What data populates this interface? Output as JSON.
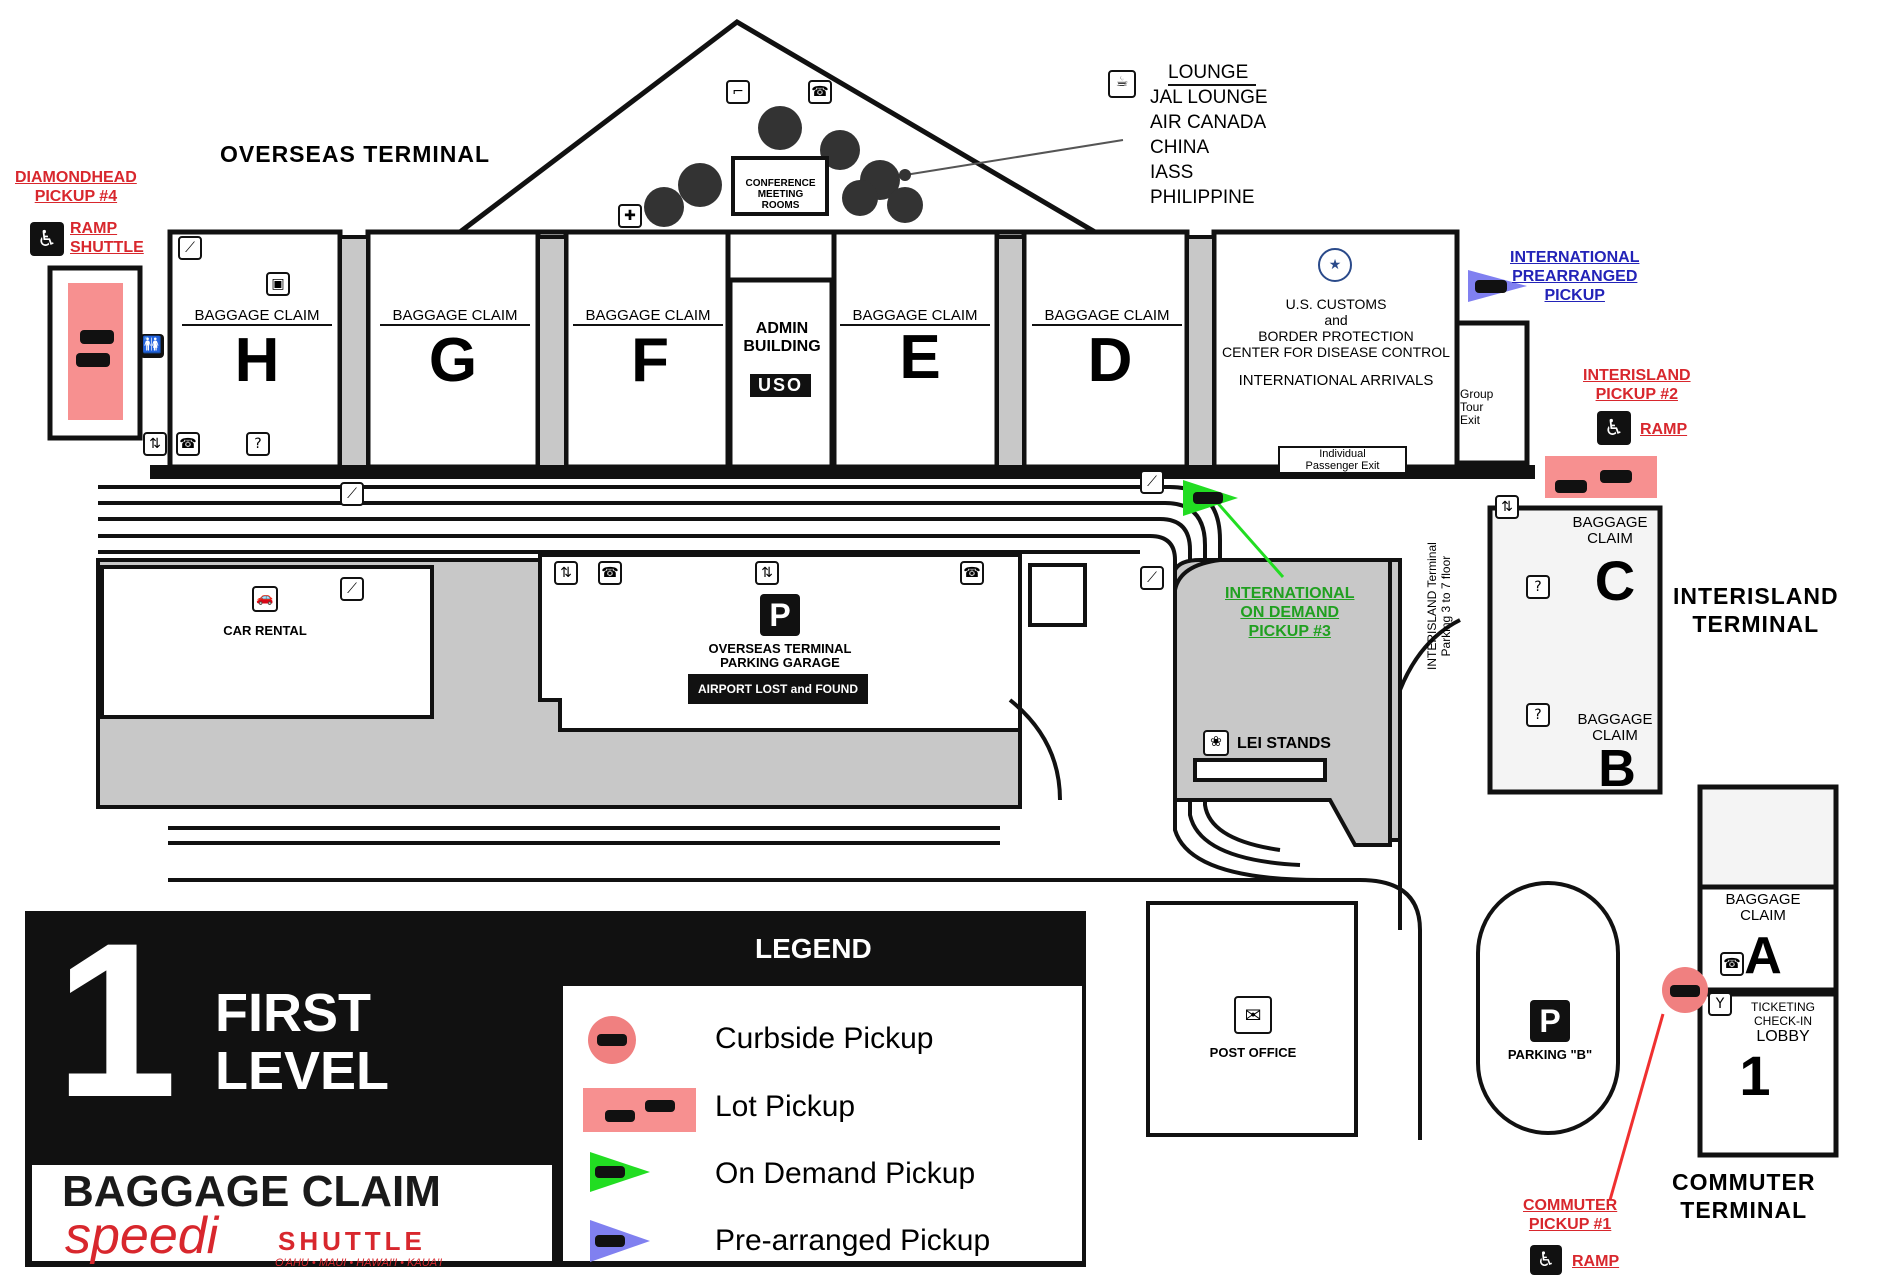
{
  "title": {
    "level_number": "1",
    "level_line1": "FIRST",
    "level_line2": "LEVEL",
    "subtitle": "BAGGAGE CLAIM",
    "brand_main": "speedi",
    "brand_sub": "SHUTTLE",
    "brand_islands": "O'AHU • MAUI • HAWAI'I • KAUA'I"
  },
  "legend": {
    "heading": "LEGEND",
    "items": [
      {
        "label": "Curbside Pickup",
        "color": "#f08080"
      },
      {
        "label": "Lot Pickup",
        "color": "#f08080"
      },
      {
        "label": "On Demand Pickup",
        "color": "#22dd22"
      },
      {
        "label": "Pre-arranged Pickup",
        "color": "#8080f0"
      }
    ]
  },
  "terminals": {
    "overseas": "OVERSEAS TERMINAL",
    "interisland_1": "INTERISLAND",
    "interisland_2": "TERMINAL",
    "commuter_1": "COMMUTER",
    "commuter_2": "TERMINAL"
  },
  "pickups": {
    "diamondhead_1": "DIAMONDHEAD",
    "diamondhead_2": "PICKUP #4",
    "diamondhead_ramp": "RAMP",
    "diamondhead_shuttle": "SHUTTLE",
    "intl_prearr_1": "INTERNATIONAL",
    "intl_prearr_2": "PREARRANGED",
    "intl_prearr_3": "PICKUP",
    "interisland_1": "INTERISLAND",
    "interisland_2": "PICKUP #2",
    "interisland_ramp": "RAMP",
    "intl_demand_1": "INTERNATIONAL",
    "intl_demand_2": "ON DEMAND",
    "intl_demand_3": "PICKUP #3",
    "commuter_1": "COMMUTER",
    "commuter_2": "PICKUP #1",
    "commuter_ramp": "RAMP"
  },
  "lounge": {
    "heading": "LOUNGE",
    "items": [
      "JAL LOUNGE",
      "AIR CANADA",
      "CHINA",
      "IASS",
      "PHILIPPINE"
    ]
  },
  "baggage_claims": {
    "label": "BAGGAGE CLAIM",
    "H": "H",
    "G": "G",
    "F": "F",
    "E": "E",
    "D": "D",
    "C": "C",
    "B": "B",
    "A": "A"
  },
  "buildings": {
    "admin_1": "ADMIN",
    "admin_2": "BUILDING",
    "uso": "USO",
    "conference_1": "CONFERENCE",
    "conference_2": "MEETING",
    "conference_3": "ROOMS",
    "customs_1": "U.S. CUSTOMS",
    "customs_2": "and",
    "customs_3": "BORDER PROTECTION",
    "customs_4": "CENTER FOR DISEASE CONTROL",
    "intl_arrivals": "INTERNATIONAL  ARRIVALS",
    "indiv_exit_1": "Individual",
    "indiv_exit_2": "Passenger Exit",
    "group_tour_1": "Group",
    "group_tour_2": "Tour",
    "group_tour_3": "Exit",
    "car_rental": "CAR RENTAL",
    "garage_p": "P",
    "garage_1": "OVERSEAS TERMINAL",
    "garage_2": "PARKING GARAGE",
    "lost_found": "AIRPORT LOST and FOUND",
    "lei_stands": "LEI STANDS",
    "interisland_parking_1": "INTERISLAND Terminal",
    "interisland_parking_2": "Parking     3 to 7 floor",
    "post_office": "POST  OFFICE",
    "parking_b_p": "P",
    "parking_b": "PARKING \"B\"",
    "ticketing_1": "TICKETING",
    "ticketing_2": "CHECK-IN",
    "ticketing_3": "LOBBY",
    "lobby_num": "1"
  }
}
